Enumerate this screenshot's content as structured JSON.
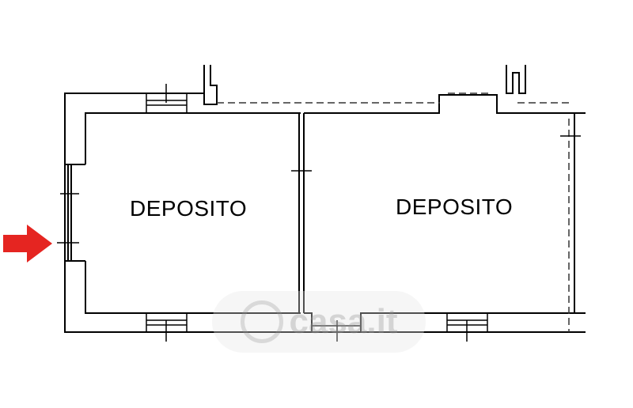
{
  "rooms": [
    {
      "label": "DEPOSITO"
    },
    {
      "label": "DEPOSITO"
    }
  ],
  "watermark": {
    "text": "casa.it"
  },
  "colors": {
    "wall": "#000000",
    "arrow": "#e52521",
    "dashed": "#333333"
  },
  "icons": {
    "entrance": "arrow-right-icon"
  }
}
